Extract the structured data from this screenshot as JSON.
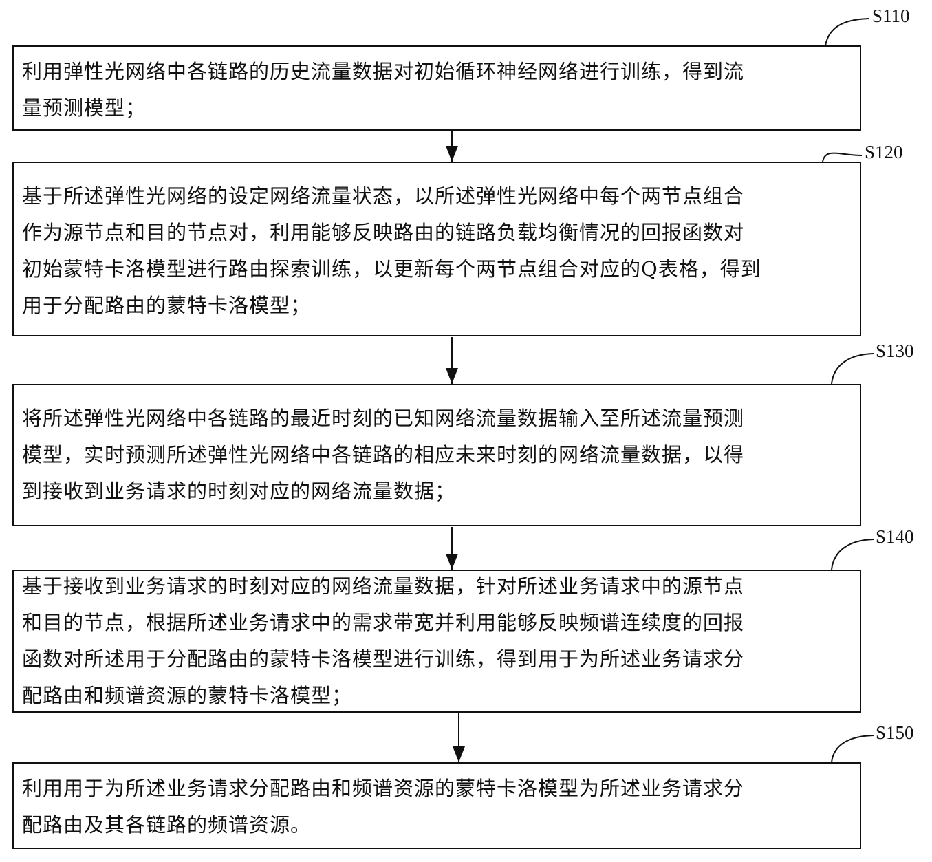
{
  "steps": [
    {
      "label": "S110",
      "text": "利用弹性光网络中各链路的历史流量数据对初始循环神经网络进行训练，得到流\n量预测模型；"
    },
    {
      "label": "S120",
      "text": "基于所述弹性光网络的设定网络流量状态，以所述弹性光网络中每个两节点组合\n作为源节点和目的节点对，利用能够反映路由的链路负载均衡情况的回报函数对\n初始蒙特卡洛模型进行路由探索训练，以更新每个两节点组合对应的Q表格，得到\n用于分配路由的蒙特卡洛模型；"
    },
    {
      "label": "S130",
      "text": "将所述弹性光网络中各链路的最近时刻的已知网络流量数据输入至所述流量预测\n模型，实时预测所述弹性光网络中各链路的相应未来时刻的网络流量数据，以得\n到接收到业务请求的时刻对应的网络流量数据；"
    },
    {
      "label": "S140",
      "text": "基于接收到业务请求的时刻对应的网络流量数据，针对所述业务请求中的源节点\n和目的节点，根据所述业务请求中的需求带宽并利用能够反映频谱连续度的回报\n函数对所述用于分配路由的蒙特卡洛模型进行训练，得到用于为所述业务请求分\n配路由和频谱资源的蒙特卡洛模型；"
    },
    {
      "label": "S150",
      "text": "利用用于为所述业务请求分配路由和频谱资源的蒙特卡洛模型为所述业务请求分\n配路由及其各链路的频谱资源。"
    }
  ]
}
